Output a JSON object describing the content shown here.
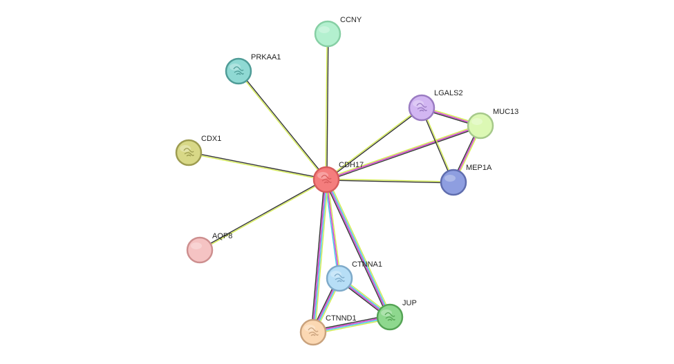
{
  "nodes": [
    {
      "id": "CDH17",
      "label": "CDH17",
      "color": "#f47d7d",
      "stroke": "#d65c5c",
      "icon": "structure-icon"
    },
    {
      "id": "CCNY",
      "label": "CCNY",
      "color": "#b3f0cf",
      "stroke": "#86cfa4"
    },
    {
      "id": "PRKAA1",
      "label": "PRKAA1",
      "color": "#8fd9d3",
      "stroke": "#4f9c97",
      "icon": "structure-icon"
    },
    {
      "id": "LGALS2",
      "label": "LGALS2",
      "color": "#d2b6f2",
      "stroke": "#9a7bc2",
      "icon": "structure-icon"
    },
    {
      "id": "MUC13",
      "label": "MUC13",
      "color": "#dcf8b4",
      "stroke": "#a6c98a"
    },
    {
      "id": "CDX1",
      "label": "CDX1",
      "color": "#d8d887",
      "stroke": "#9d9c50",
      "icon": "structure-icon"
    },
    {
      "id": "MEP1A",
      "label": "MEP1A",
      "color": "#8e9ee0",
      "stroke": "#5f6dae"
    },
    {
      "id": "AQP8",
      "label": "AQP8",
      "color": "#f5c3c3",
      "stroke": "#cd8f8f"
    },
    {
      "id": "CTNNA1",
      "label": "CTNNA1",
      "color": "#b7def6",
      "stroke": "#7eaac9",
      "icon": "structure-icon"
    },
    {
      "id": "JUP",
      "label": "JUP",
      "color": "#8ed88e",
      "stroke": "#55a455",
      "icon": "structure-icon"
    },
    {
      "id": "CTNND1",
      "label": "CTNND1",
      "color": "#fbd8b3",
      "stroke": "#c9a27d",
      "icon": "structure-icon"
    }
  ],
  "edges": [
    {
      "a": "CDH17",
      "b": "CCNY",
      "colors": [
        "#d2ea4e",
        "#333333"
      ]
    },
    {
      "a": "CDH17",
      "b": "PRKAA1",
      "colors": [
        "#d2ea4e",
        "#333333"
      ]
    },
    {
      "a": "CDH17",
      "b": "CDX1",
      "colors": [
        "#d2ea4e",
        "#333333"
      ]
    },
    {
      "a": "CDH17",
      "b": "AQP8",
      "colors": [
        "#d2ea4e",
        "#333333"
      ]
    },
    {
      "a": "CDH17",
      "b": "LGALS2",
      "colors": [
        "#d2ea4e",
        "#333333"
      ]
    },
    {
      "a": "CDH17",
      "b": "MUC13",
      "colors": [
        "#d2ea4e",
        "#cc2fc9",
        "#333333"
      ]
    },
    {
      "a": "CDH17",
      "b": "MEP1A",
      "colors": [
        "#d2ea4e",
        "#333333"
      ]
    },
    {
      "a": "CDH17",
      "b": "CTNNA1",
      "colors": [
        "#d2ea4e",
        "#cc2fc9",
        "#3ec5e6"
      ]
    },
    {
      "a": "CDH17",
      "b": "JUP",
      "colors": [
        "#d2ea4e",
        "#3ec5e6",
        "#cc2fc9",
        "#333333"
      ]
    },
    {
      "a": "CDH17",
      "b": "CTNND1",
      "colors": [
        "#d2ea4e",
        "#3ec5e6",
        "#cc2fc9",
        "#333333"
      ]
    },
    {
      "a": "LGALS2",
      "b": "MUC13",
      "colors": [
        "#d2ea4e",
        "#cc2fc9",
        "#333333"
      ]
    },
    {
      "a": "LGALS2",
      "b": "MEP1A",
      "colors": [
        "#d2ea4e",
        "#333333"
      ]
    },
    {
      "a": "MUC13",
      "b": "MEP1A",
      "colors": [
        "#d2ea4e",
        "#cc2fc9",
        "#333333"
      ]
    },
    {
      "a": "CTNNA1",
      "b": "JUP",
      "colors": [
        "#d2ea4e",
        "#3ec5e6",
        "#cc2fc9",
        "#333333"
      ]
    },
    {
      "a": "CTNNA1",
      "b": "CTNND1",
      "colors": [
        "#d2ea4e",
        "#3ec5e6",
        "#cc2fc9",
        "#333333"
      ]
    },
    {
      "a": "JUP",
      "b": "CTNND1",
      "colors": [
        "#d2ea4e",
        "#3ec5e6",
        "#cc2fc9",
        "#333333"
      ]
    }
  ]
}
